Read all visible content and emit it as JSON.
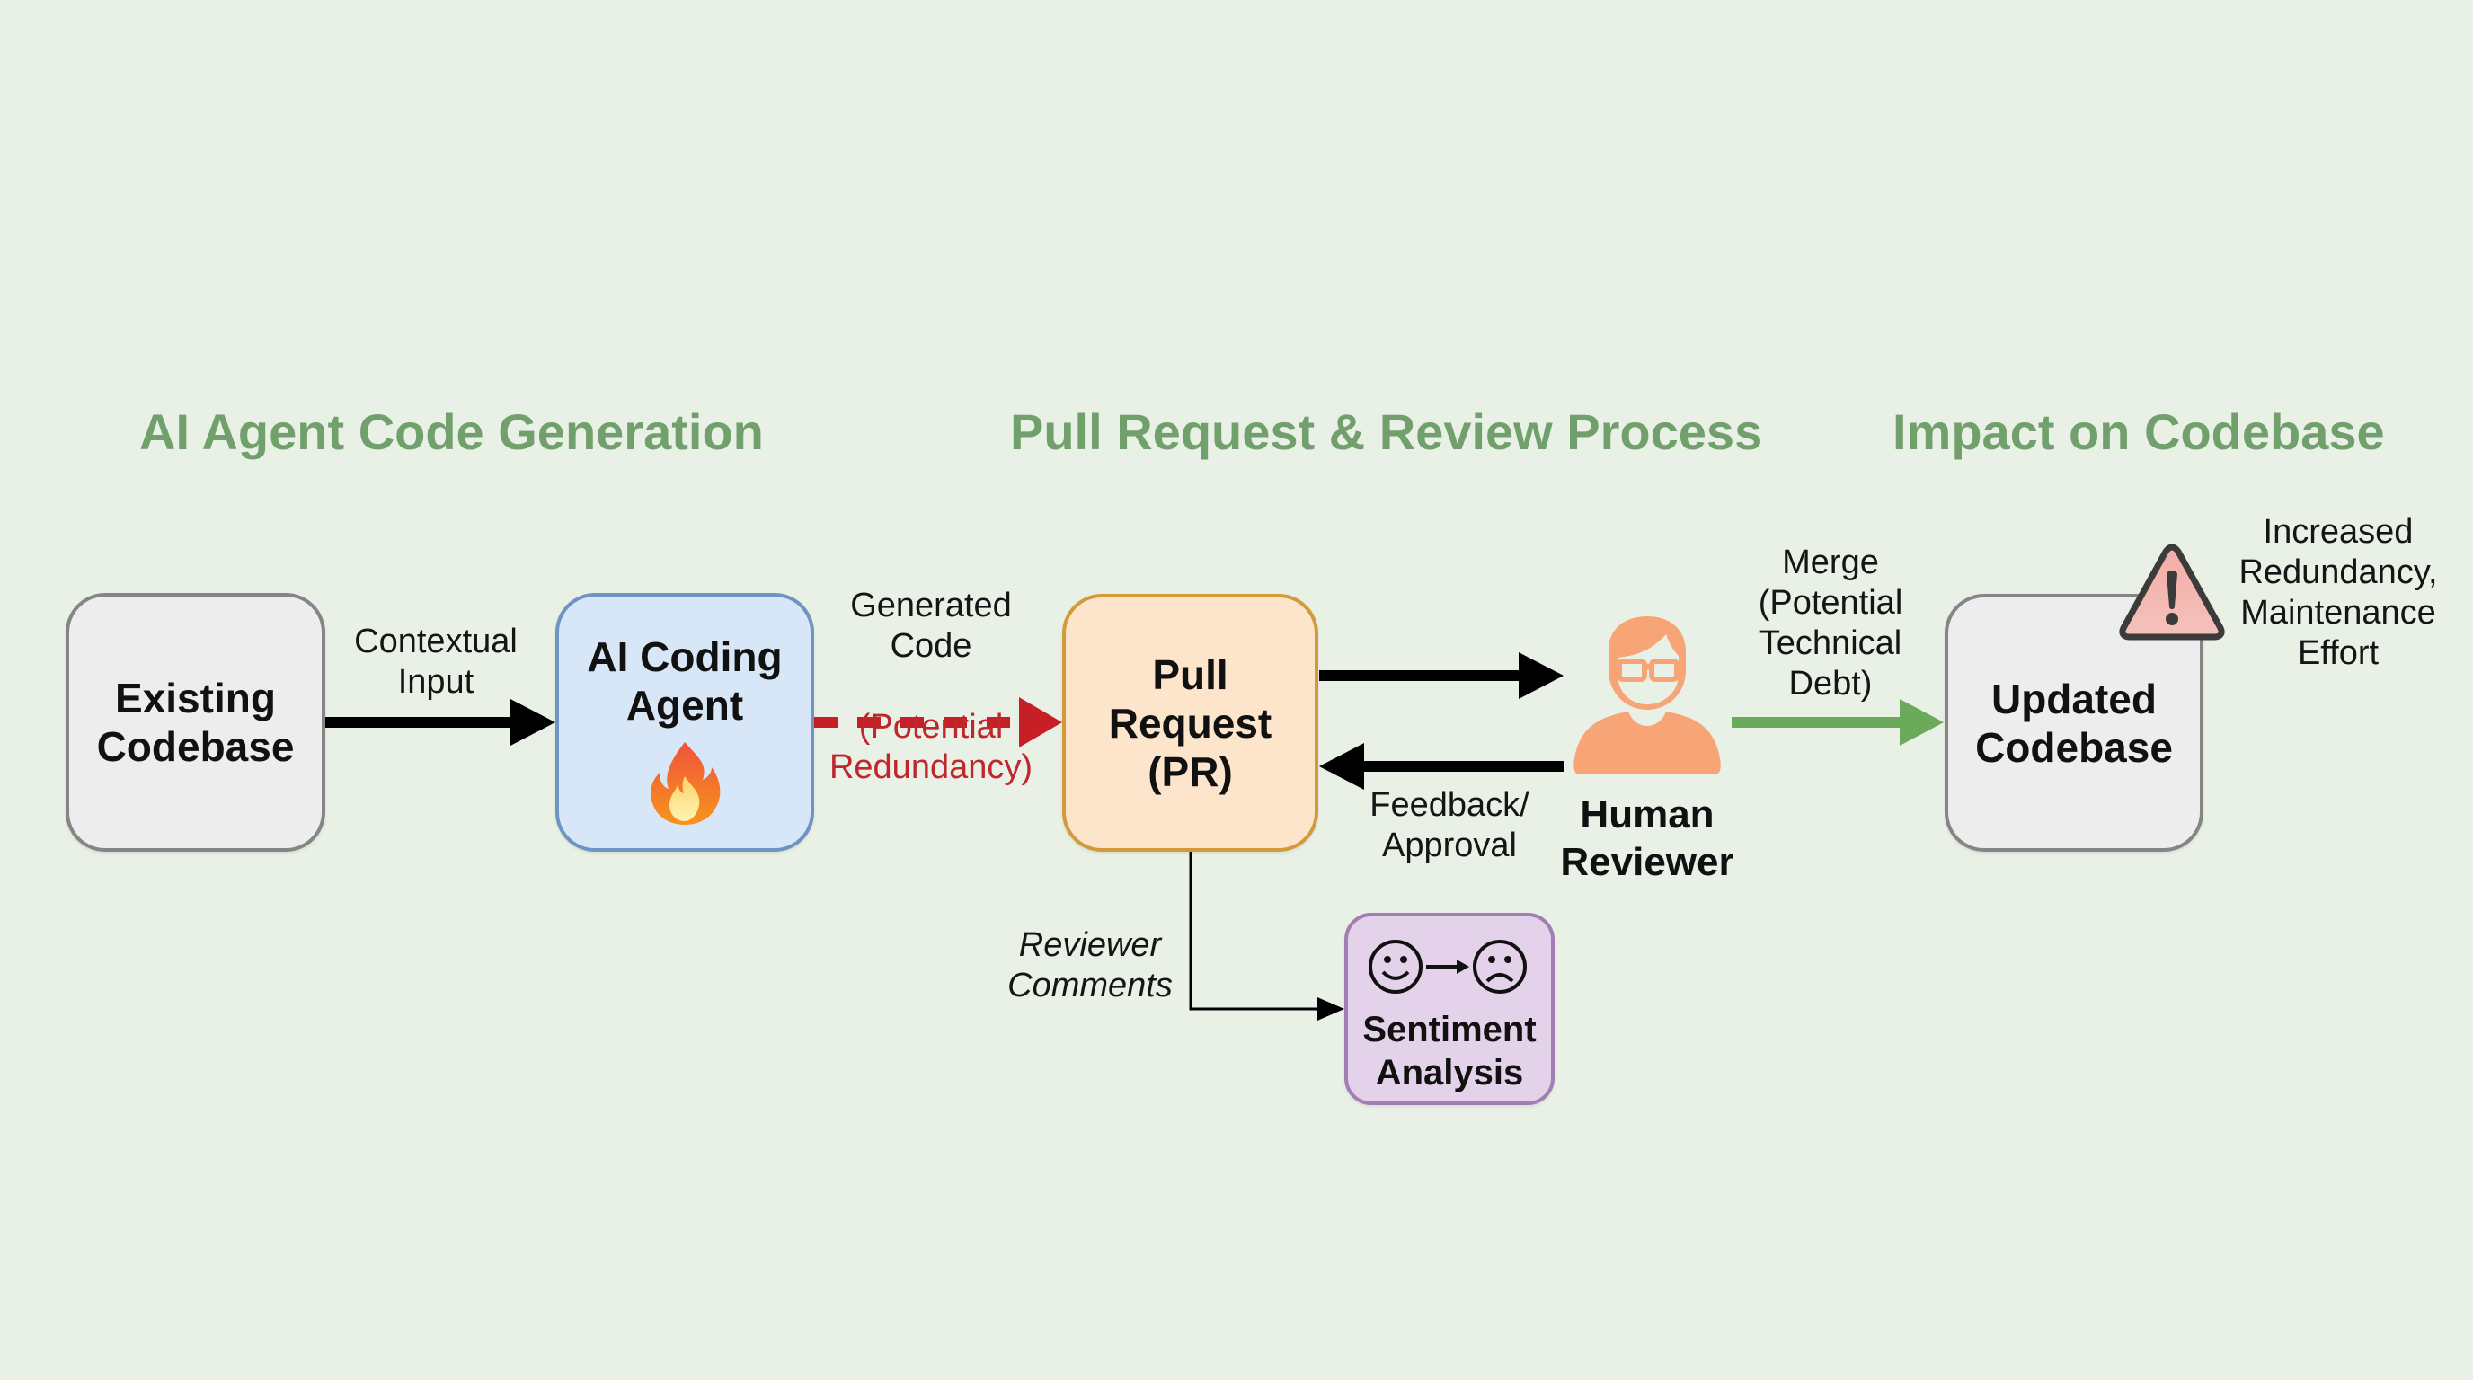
{
  "sections": [
    {
      "title": "AI Agent Code Generation"
    },
    {
      "title": "Pull Request & Review Process"
    },
    {
      "title": "Impact on Codebase"
    }
  ],
  "nodes": {
    "existing_codebase": {
      "label": "Existing\nCodebase"
    },
    "ai_agent": {
      "label": "AI Coding\nAgent",
      "icon": "fire-icon",
      "glyph": "🔥"
    },
    "pull_request": {
      "label": "Pull\nRequest\n(PR)"
    },
    "human_reviewer": {
      "label": "Human\nReviewer",
      "icon": "person-with-glasses-icon"
    },
    "updated_codebase": {
      "label": "Updated\nCodebase",
      "icon": "warning-icon"
    },
    "sentiment": {
      "label": "Sentiment\nAnalysis",
      "icon": "happy-to-sad-face-icon"
    }
  },
  "edges": {
    "contextual_input": {
      "label": "Contextual\nInput"
    },
    "generated_code": {
      "label": "Generated\nCode",
      "note": "(Potential\nRedundancy)"
    },
    "pr_to_reviewer": {
      "label": ""
    },
    "feedback": {
      "label": "Feedback/\nApproval"
    },
    "merge": {
      "label": "Merge\n(Potential\nTechnical\nDebt)"
    },
    "reviewer_comments": {
      "label": "Reviewer\nComments"
    }
  },
  "annotations": {
    "impact_note": "Increased\nRedundancy,\nMaintenance\nEffort"
  },
  "colors": {
    "section_title": "#72a06c",
    "redundancy_arrow": "#c62026",
    "merge_arrow": "#6aaa5a",
    "reviewer_icon": "#f7a476",
    "warning_fill": "#f2b6b0"
  }
}
